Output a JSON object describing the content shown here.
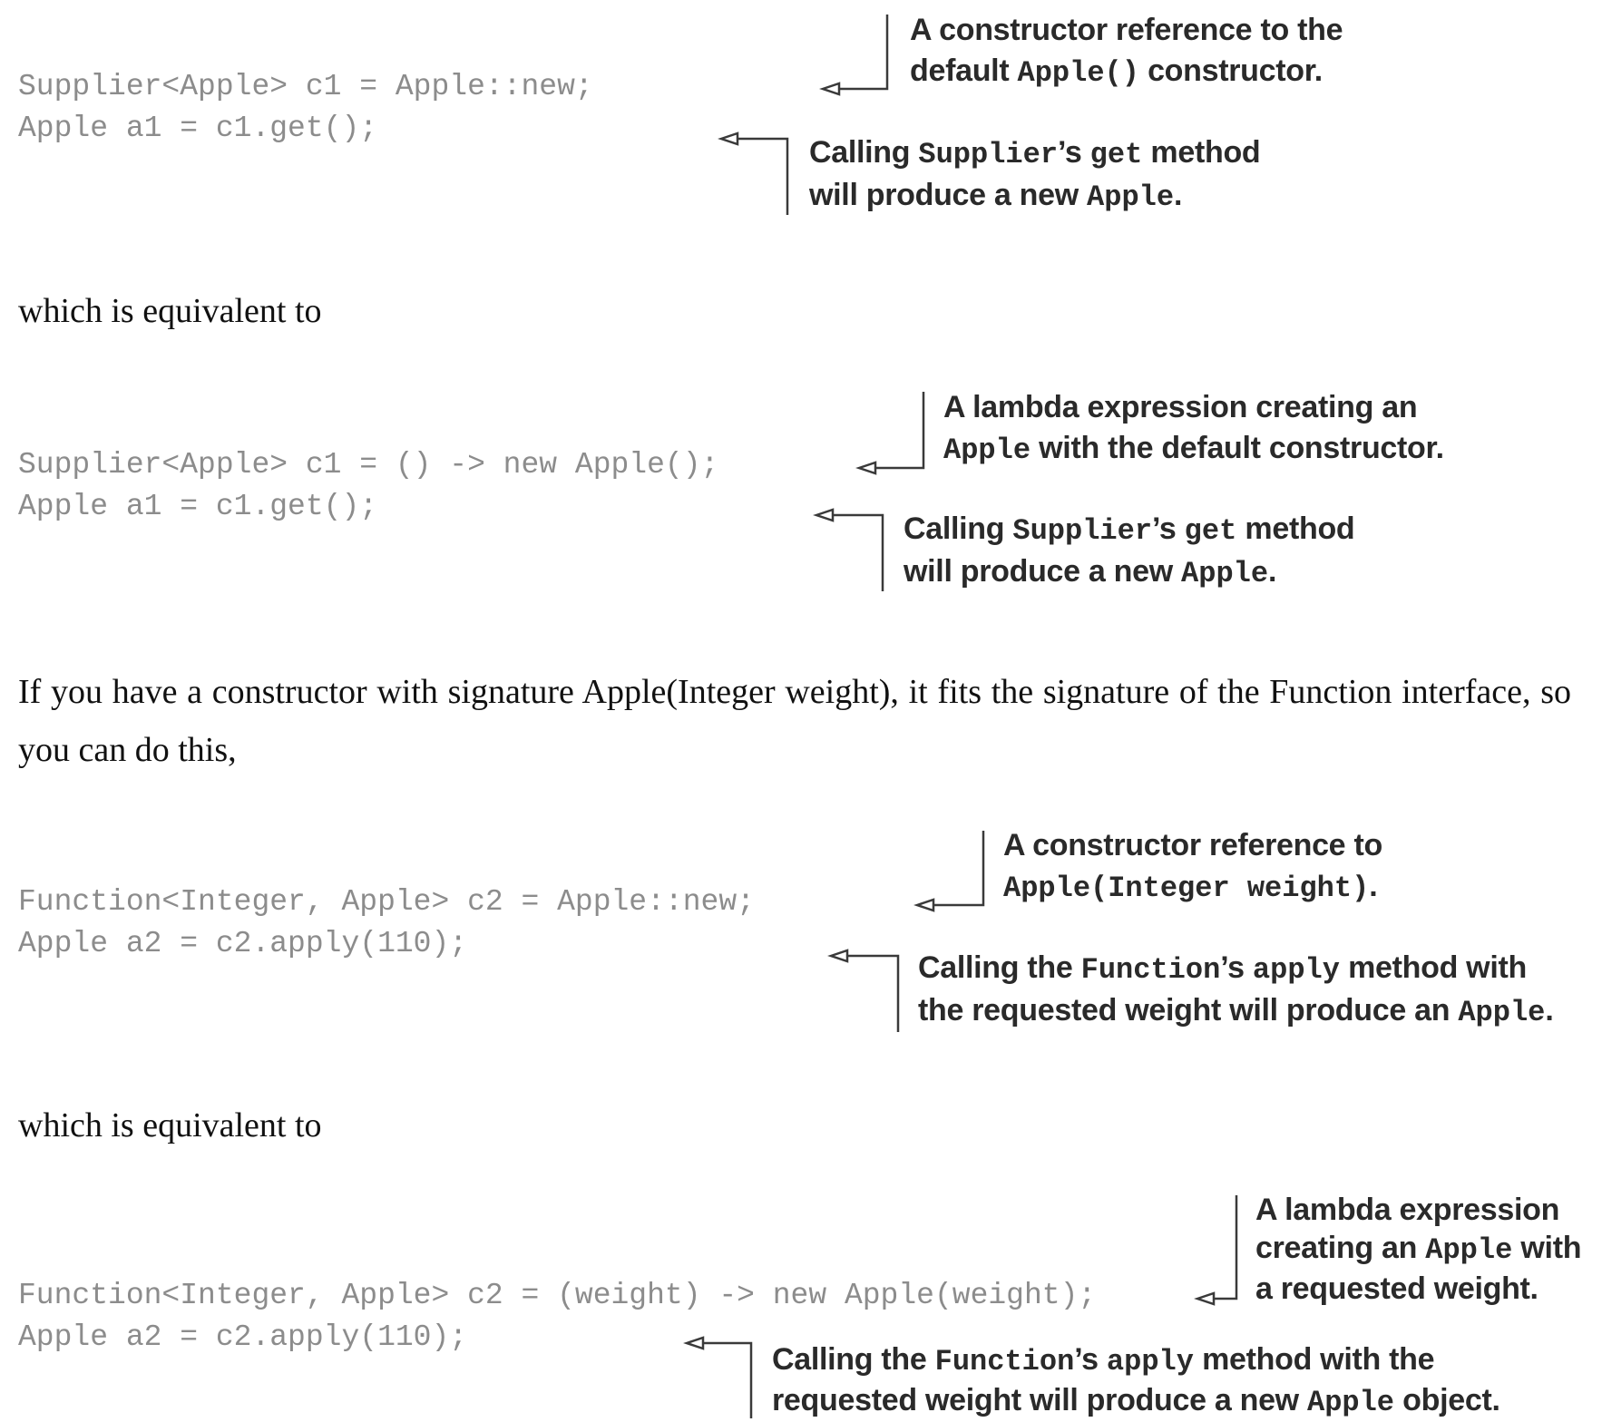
{
  "block1": {
    "code": [
      "Supplier<Apple> c1 = Apple::new;",
      "Apple a1 = c1.get();"
    ],
    "note1": {
      "l1": "A constructor reference to the",
      "l2a": "default ",
      "l2code": "Apple()",
      "l2b": " constructor."
    },
    "note2": {
      "l1a": "Calling ",
      "l1code": "Supplier",
      "l1b": "’s ",
      "l1code2": "get",
      "l1c": " method",
      "l2a": "will produce a new ",
      "l2code": "Apple",
      "l2b": "."
    }
  },
  "prose1": "which is equivalent to",
  "block2": {
    "code": [
      "Supplier<Apple> c1 = () -> new Apple();",
      "Apple a1 = c1.get();"
    ],
    "note1": {
      "l1": "A lambda expression creating an",
      "l2code": "Apple",
      "l2b": " with the default constructor."
    },
    "note2": {
      "l1a": "Calling ",
      "l1code": "Supplier",
      "l1b": "’s ",
      "l1code2": "get",
      "l1c": " method",
      "l2a": "will produce a new ",
      "l2code": "Apple",
      "l2b": "."
    }
  },
  "prose2": "If you have a constructor with signature Apple(Integer weight), it fits the signature of the Function interface, so you can do this,",
  "block3": {
    "code": [
      "Function<Integer, Apple> c2 = Apple::new;",
      "Apple a2 = c2.apply(110);"
    ],
    "note1": {
      "l1": "A constructor reference to",
      "l2code": "Apple(Integer weight)",
      "l2b": "."
    },
    "note2": {
      "l1a": "Calling the ",
      "l1code": "Function",
      "l1b": "’s ",
      "l1code2": "apply",
      "l1c": " method with",
      "l2a": "the requested weight will produce an ",
      "l2code": "Apple",
      "l2b": "."
    }
  },
  "prose3": "which is equivalent to",
  "block4": {
    "code": [
      "Function<Integer, Apple> c2 = (weight) -> new Apple(weight);",
      "Apple a2 = c2.apply(110);"
    ],
    "note1": {
      "l1": "A lambda expression",
      "l2a": "creating an ",
      "l2code": "Apple",
      "l2b": " with",
      "l3": "a requested weight."
    },
    "note2": {
      "l1a": "Calling the ",
      "l1code": "Function",
      "l1b": "’s ",
      "l1code2": "apply",
      "l1c": " method with the",
      "l2a": "requested weight will produce a new ",
      "l2code": "Apple",
      "l2b": " object."
    }
  }
}
